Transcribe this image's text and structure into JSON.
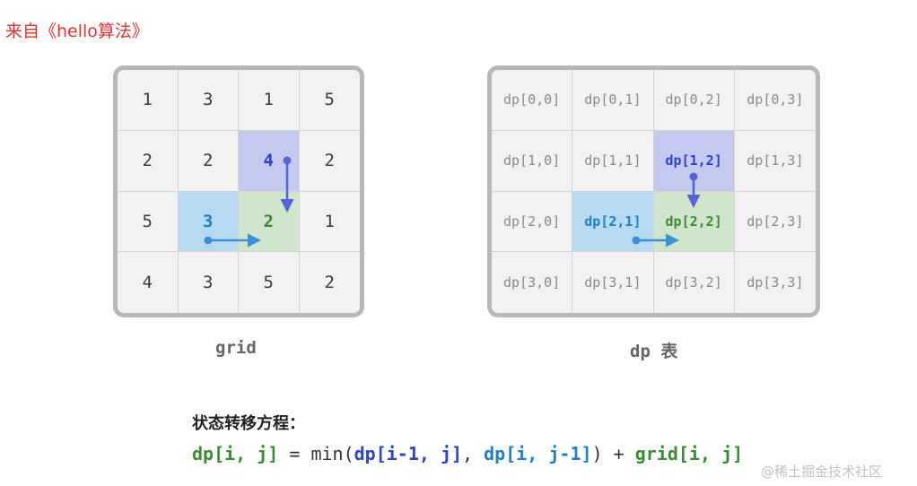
{
  "source_label": "来自《hello算法》",
  "grid": {
    "caption": "grid",
    "cells": [
      [
        "1",
        "3",
        "1",
        "5"
      ],
      [
        "2",
        "2",
        "4",
        "2"
      ],
      [
        "5",
        "3",
        "2",
        "1"
      ],
      [
        "4",
        "3",
        "5",
        "2"
      ]
    ]
  },
  "dp": {
    "caption": "dp 表",
    "cells": [
      [
        "dp[0,0]",
        "dp[0,1]",
        "dp[0,2]",
        "dp[0,3]"
      ],
      [
        "dp[1,0]",
        "dp[1,1]",
        "dp[1,2]",
        "dp[1,3]"
      ],
      [
        "dp[2,0]",
        "dp[2,1]",
        "dp[2,2]",
        "dp[2,3]"
      ],
      [
        "dp[3,0]",
        "dp[3,1]",
        "dp[3,2]",
        "dp[3,3]"
      ]
    ]
  },
  "highlights": {
    "up": [
      1,
      2
    ],
    "left": [
      2,
      1
    ],
    "current": [
      2,
      2
    ]
  },
  "colors": {
    "left": "#1f7fc4",
    "up": "#2f43c2",
    "current": "#3b8a35",
    "arrow_left": "#3d8fd6",
    "arrow_up": "#5563d6"
  },
  "equation": {
    "title": "状态转移方程：",
    "parts": [
      {
        "text": "dp[i, j]",
        "style": "g"
      },
      {
        "text": " = min(",
        "style": ""
      },
      {
        "text": "dp[i-1, j]",
        "style": "p"
      },
      {
        "text": ", ",
        "style": ""
      },
      {
        "text": "dp[i, j-1]",
        "style": "b"
      },
      {
        "text": ") + ",
        "style": ""
      },
      {
        "text": "grid[i, j]",
        "style": "g"
      }
    ]
  },
  "watermark": "@稀土掘金技术社区"
}
